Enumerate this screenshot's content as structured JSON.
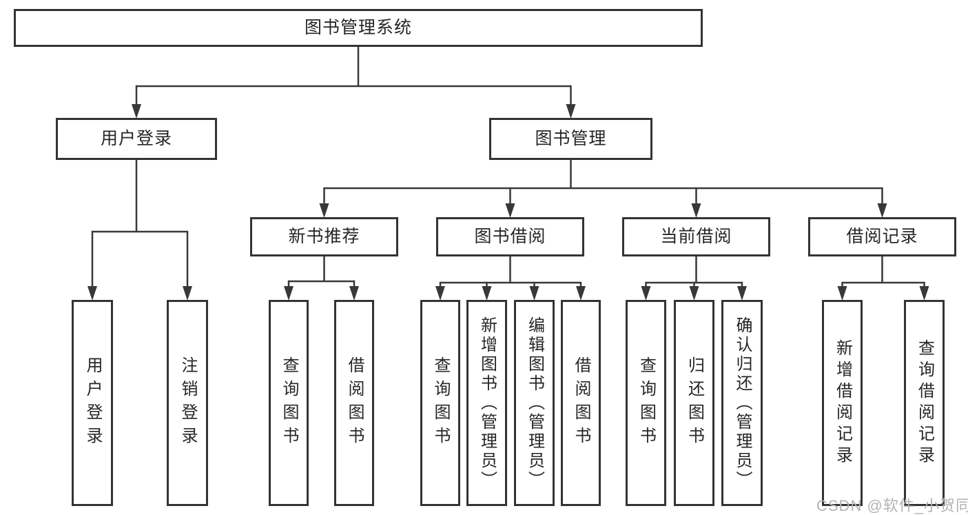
{
  "diagram_title": "图书管理系统",
  "watermark": "CSDN @软件_小贺同学",
  "colors": {
    "line": "#383838",
    "box_border": "#333333",
    "box_fill": "#ffffff",
    "text": "#262626",
    "watermark": "#b3b3b3"
  },
  "nodes": [
    {
      "id": "root",
      "label": "图书管理系统",
      "parent": null,
      "orientation": "horizontal"
    },
    {
      "id": "login",
      "label": "用户登录",
      "parent": "root",
      "orientation": "horizontal"
    },
    {
      "id": "mgmt",
      "label": "图书管理",
      "parent": "root",
      "orientation": "horizontal"
    },
    {
      "id": "newbook",
      "label": "新书推荐",
      "parent": "mgmt",
      "orientation": "horizontal"
    },
    {
      "id": "borrow",
      "label": "图书借阅",
      "parent": "mgmt",
      "orientation": "horizontal"
    },
    {
      "id": "current",
      "label": "当前借阅",
      "parent": "mgmt",
      "orientation": "horizontal"
    },
    {
      "id": "records",
      "label": "借阅记录",
      "parent": "mgmt",
      "orientation": "horizontal"
    },
    {
      "id": "login-1",
      "label": "用户登录",
      "parent": "login",
      "orientation": "vertical"
    },
    {
      "id": "login-2",
      "label": "注销登录",
      "parent": "login",
      "orientation": "vertical"
    },
    {
      "id": "nb-1",
      "label": "查询图书",
      "parent": "newbook",
      "orientation": "vertical"
    },
    {
      "id": "nb-2",
      "label": "借阅图书",
      "parent": "newbook",
      "orientation": "vertical"
    },
    {
      "id": "bw-1",
      "label": "查询图书",
      "parent": "borrow",
      "orientation": "vertical"
    },
    {
      "id": "bw-2",
      "label": "新增图书（管理员）",
      "parent": "borrow",
      "orientation": "vertical"
    },
    {
      "id": "bw-3",
      "label": "编辑图书（管理员）",
      "parent": "borrow",
      "orientation": "vertical"
    },
    {
      "id": "bw-4",
      "label": "借阅图书",
      "parent": "borrow",
      "orientation": "vertical"
    },
    {
      "id": "cu-1",
      "label": "查询图书",
      "parent": "current",
      "orientation": "vertical"
    },
    {
      "id": "cu-2",
      "label": "归还图书",
      "parent": "current",
      "orientation": "vertical"
    },
    {
      "id": "cu-3",
      "label": "确认归还（管理员）",
      "parent": "current",
      "orientation": "vertical"
    },
    {
      "id": "re-1",
      "label": "新增借阅记录",
      "parent": "records",
      "orientation": "vertical"
    },
    {
      "id": "re-2",
      "label": "查询借阅记录",
      "parent": "records",
      "orientation": "vertical"
    }
  ]
}
